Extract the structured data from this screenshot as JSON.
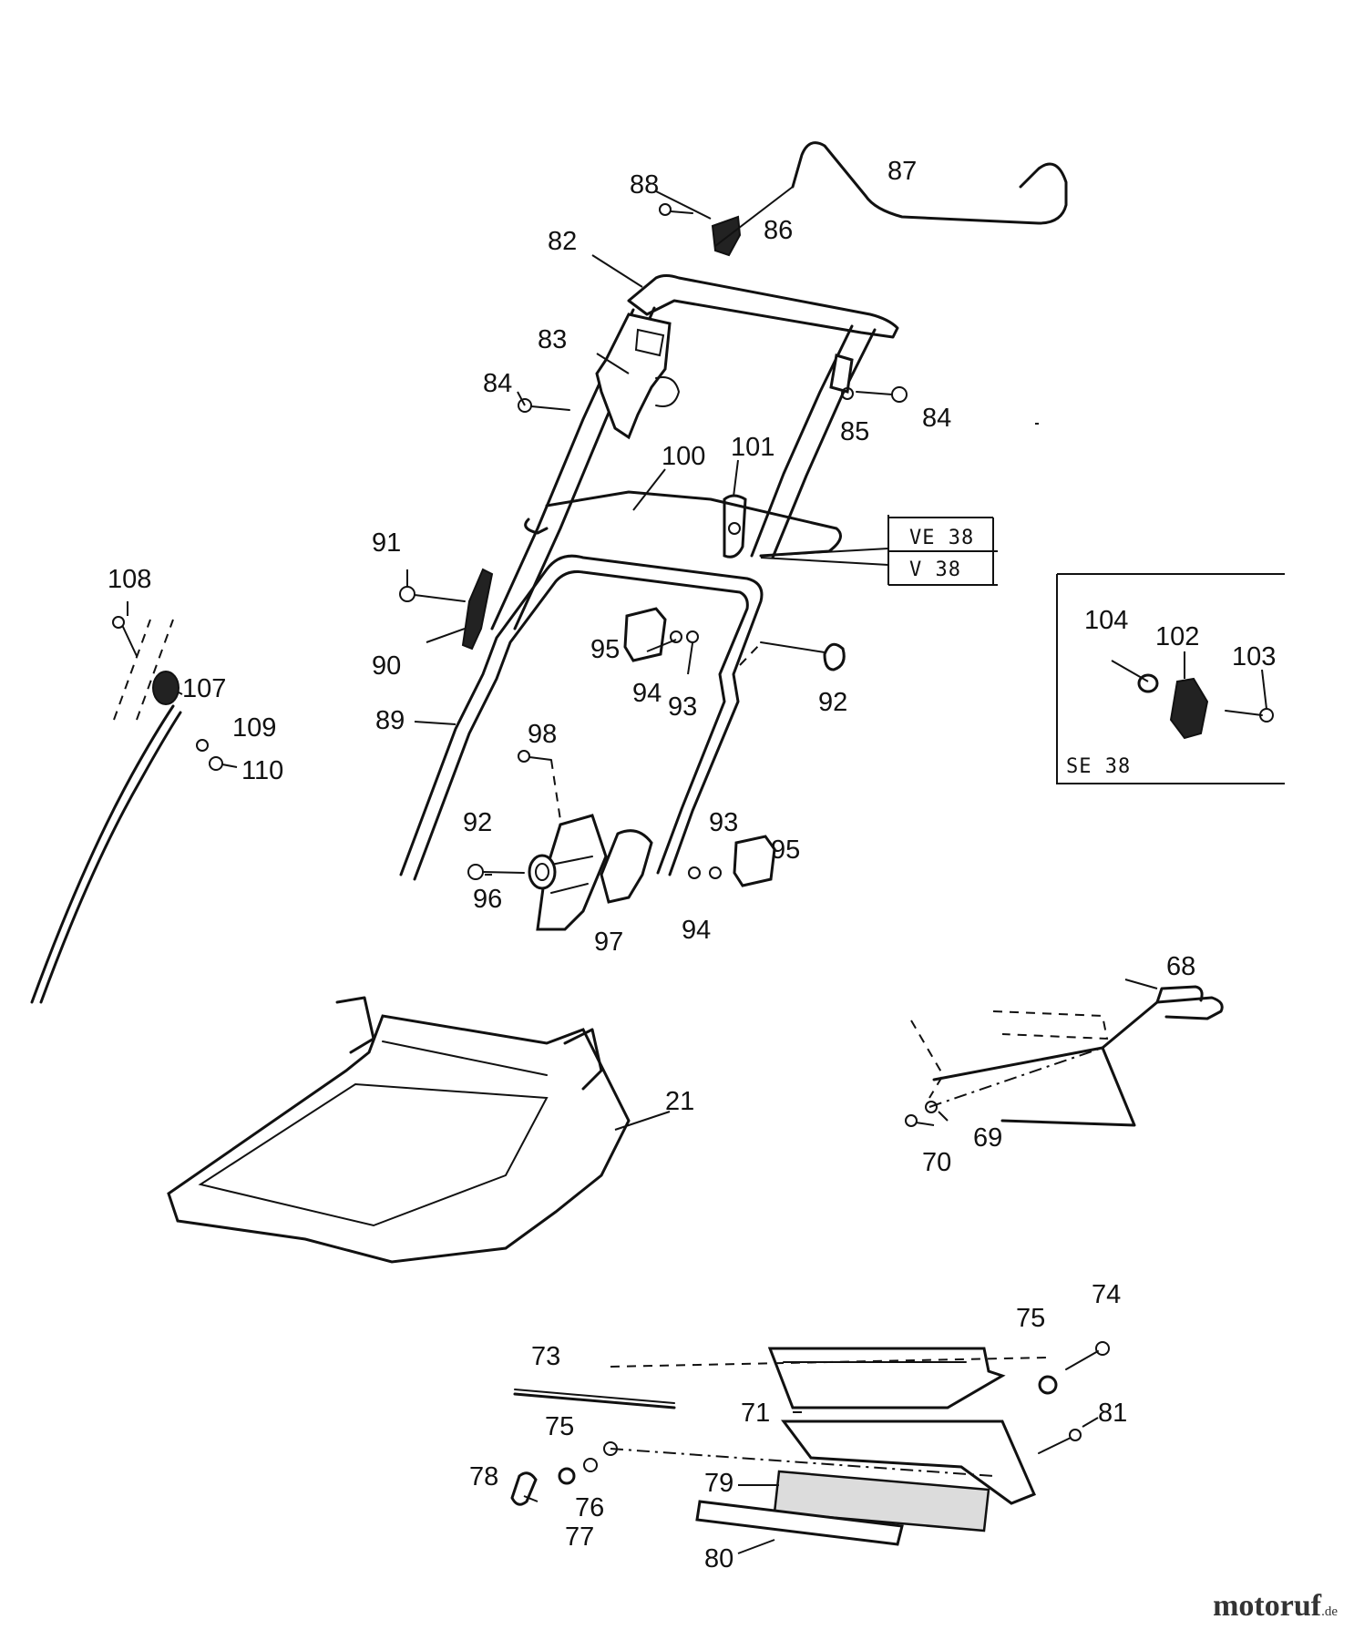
{
  "labels": {
    "l21": "21",
    "l68": "68",
    "l69": "69",
    "l70": "70",
    "l71": "71",
    "l73": "73",
    "l74": "74",
    "l75a": "75",
    "l75b": "75",
    "l76": "76",
    "l77": "77",
    "l78": "78",
    "l79": "79",
    "l80": "80",
    "l81": "81",
    "l82": "82",
    "l83": "83",
    "l84a": "84",
    "l84b": "84",
    "l85": "85",
    "l86": "86",
    "l87": "87",
    "l88": "88",
    "l89": "89",
    "l90": "90",
    "l91": "91",
    "l92a": "92",
    "l92b": "92",
    "l93a": "93",
    "l93b": "93",
    "l94a": "94",
    "l94b": "94",
    "l95a": "95",
    "l95b": "95",
    "l96": "96",
    "l97": "97",
    "l98": "98",
    "l100": "100",
    "l101": "101",
    "l102": "102",
    "l103": "103",
    "l104": "104",
    "l107": "107",
    "l108": "108",
    "l109": "109",
    "l110": "110"
  },
  "model_box": {
    "line1": "VE 38",
    "line2": "V 38"
  },
  "inset_box": {
    "label": "SE 38"
  },
  "watermark": {
    "name": "motoruf",
    "tld": ".de"
  }
}
